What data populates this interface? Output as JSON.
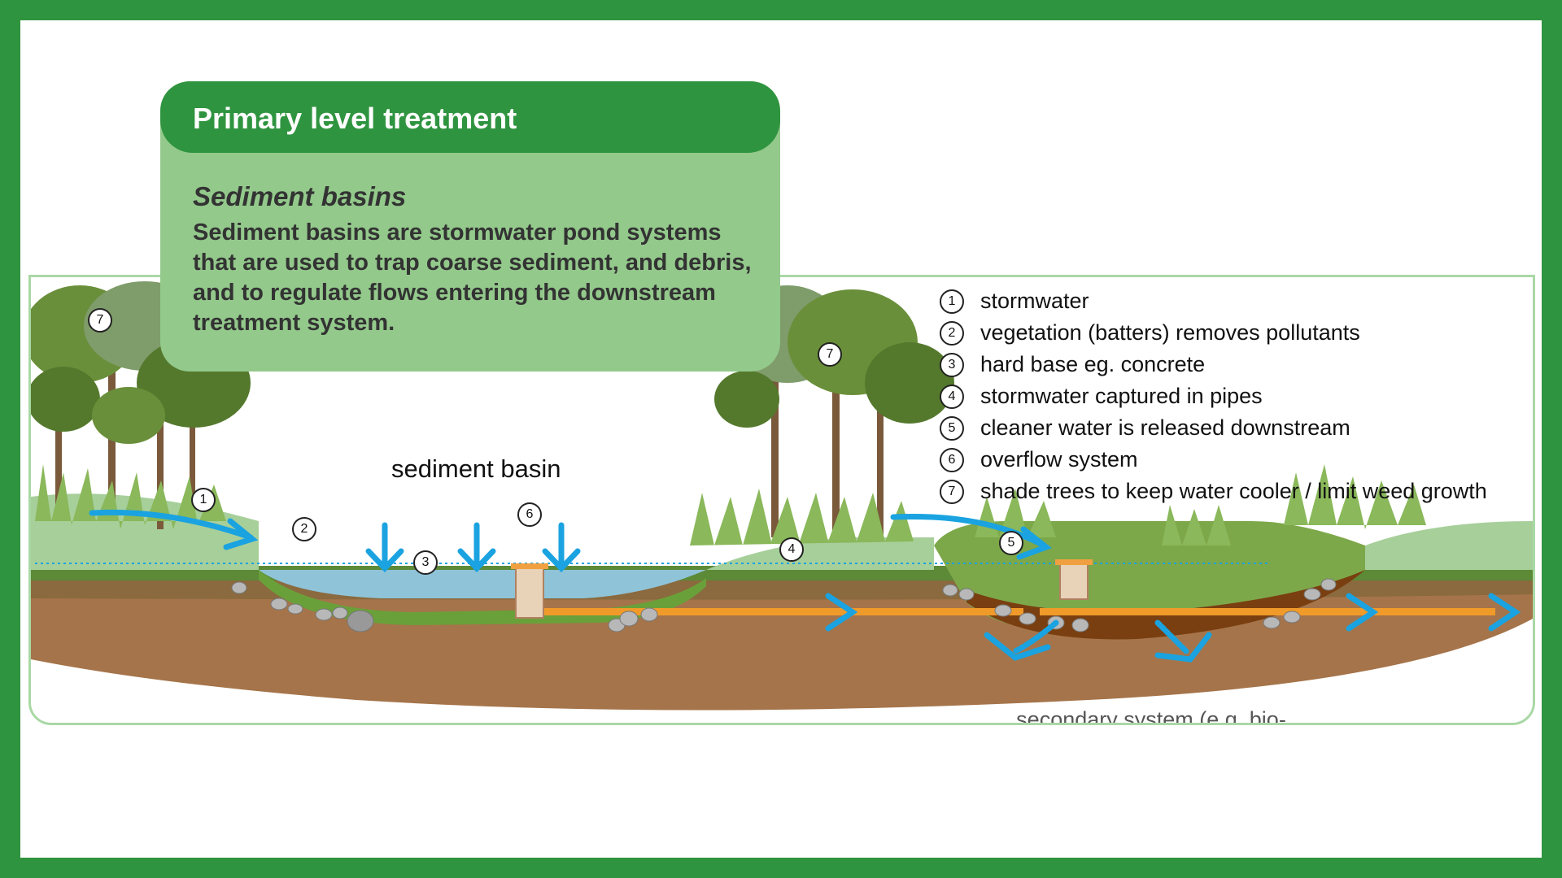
{
  "infobox": {
    "title": "Primary level treatment",
    "subtitle": "Sediment basins",
    "body": "Sediment basins are stormwater pond systems that are used to trap coarse sediment, and debris, and to regulate flows entering the downstream treatment system."
  },
  "diagram": {
    "basin_label": "sediment basin",
    "secondary_label": "secondary system (e.g. bio-retention system)"
  },
  "markers": [
    "1",
    "2",
    "3",
    "4",
    "5",
    "6",
    "7"
  ],
  "legend": [
    {
      "num": "1",
      "text": "stormwater"
    },
    {
      "num": "2",
      "text": "vegetation (batters) removes pollutants"
    },
    {
      "num": "3",
      "text": "hard base eg. concrete"
    },
    {
      "num": "4",
      "text": "stormwater captured in pipes"
    },
    {
      "num": "5",
      "text": "cleaner water is released downstream"
    },
    {
      "num": "6",
      "text": "overflow system"
    },
    {
      "num": "7",
      "text": "shade trees to keep water cooler / limit weed growth"
    }
  ],
  "colors": {
    "frame_green": "#2f9440",
    "box_green": "#93c98b",
    "water_blue": "#8fc3d8",
    "arrow_blue": "#1aa3e0",
    "pipe_orange": "#f09a2a",
    "soil_brown": "#a5744a"
  }
}
